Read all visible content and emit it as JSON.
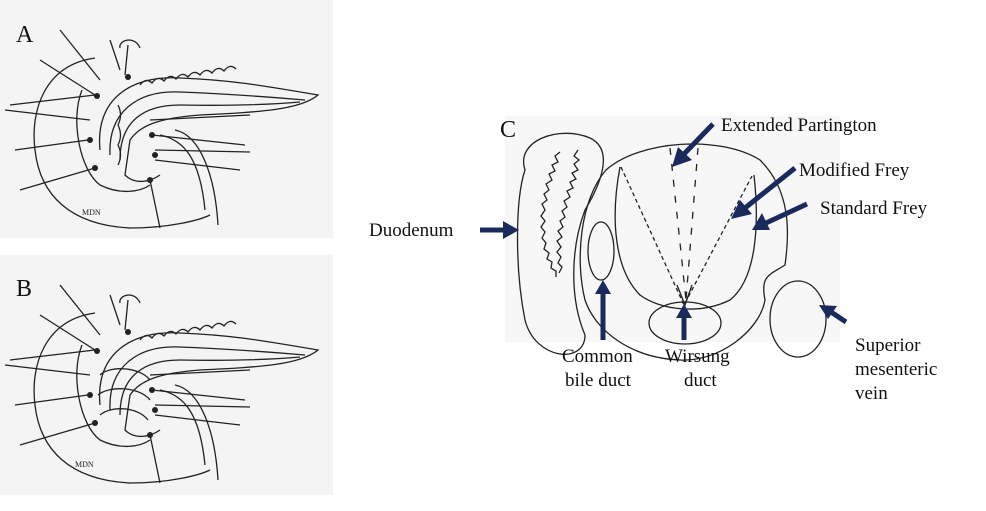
{
  "panels": {
    "a": {
      "label": "A",
      "signature": "MDN"
    },
    "b": {
      "label": "B",
      "signature": "MDN"
    },
    "c": {
      "label": "C"
    }
  },
  "labels": {
    "extended_partington": "Extended Partington",
    "modified_frey": "Modified Frey",
    "standard_frey": "Standard Frey",
    "duodenum": "Duodenum",
    "common_bile_duct": [
      "Common",
      "bile duct"
    ],
    "wirsung_duct": [
      "Wirsung",
      "duct"
    ],
    "superior_mesenteric_vein": [
      "Superior",
      "mesenteric",
      "vein"
    ]
  },
  "colors": {
    "arrow": "#1b2a5c",
    "panel_bg": "#f4f4f4"
  }
}
